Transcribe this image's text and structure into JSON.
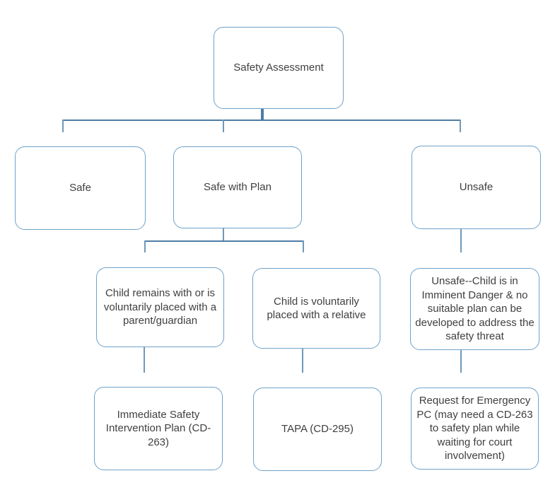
{
  "diagram": {
    "type": "flowchart",
    "colors": {
      "background": "#ffffff",
      "box_border": "#6ea2ca",
      "connector": "#6e99bb",
      "connector_main": "#4e7ca4",
      "text": "#3f3f3f"
    },
    "nodes": {
      "safety_assessment": {
        "label": "Safety Assessment"
      },
      "safe": {
        "label": "Safe"
      },
      "safe_with_plan": {
        "label": "Safe with Plan"
      },
      "unsafe": {
        "label": "Unsafe"
      },
      "child_remains": {
        "label": "Child remains with or is voluntarily placed with a parent/guardian"
      },
      "child_relative": {
        "label": "Child is voluntarily placed with a relative"
      },
      "unsafe_imminent": {
        "label": "Unsafe--Child is in Imminent Danger & no suitable plan can be developed to address the safety threat"
      },
      "immediate_plan": {
        "label": "Immediate Safety Intervention Plan (CD-263)"
      },
      "tapa": {
        "label": "TAPA (CD-295)"
      },
      "request_pc": {
        "label": "Request for Emergency PC (may need a CD-263 to safety plan while waiting for court involvement)"
      }
    },
    "edges": [
      {
        "from": "safety_assessment",
        "to": "safe"
      },
      {
        "from": "safety_assessment",
        "to": "safe_with_plan"
      },
      {
        "from": "safety_assessment",
        "to": "unsafe"
      },
      {
        "from": "safe_with_plan",
        "to": "child_remains"
      },
      {
        "from": "safe_with_plan",
        "to": "child_relative"
      },
      {
        "from": "unsafe",
        "to": "unsafe_imminent"
      },
      {
        "from": "child_remains",
        "to": "immediate_plan"
      },
      {
        "from": "child_relative",
        "to": "tapa"
      },
      {
        "from": "unsafe_imminent",
        "to": "request_pc"
      }
    ]
  }
}
